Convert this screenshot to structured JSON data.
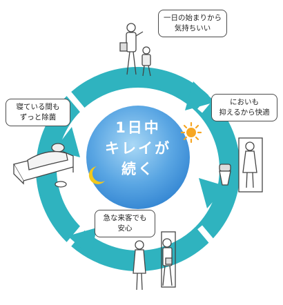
{
  "center": {
    "lines": [
      "1日中",
      "キレイが",
      "続く"
    ]
  },
  "bubbles": {
    "morning": [
      "一日の始まりから",
      "気持ちいい"
    ],
    "odor": [
      "においも",
      "抑えるから快適"
    ],
    "guest": [
      "急な来客でも",
      "安心"
    ],
    "sleep": [
      "寝ている間も",
      "ずっと除菌"
    ]
  },
  "icons": {
    "day": "sun-icon",
    "night": "moon-icon"
  },
  "colors": {
    "ring": "#2fb3bf",
    "ring_dark": "#1f98a6",
    "center_light": "#8ec9ef",
    "center_dark": "#2a7fcf",
    "sun": "#f6a623",
    "moon": "#f2c81c"
  }
}
